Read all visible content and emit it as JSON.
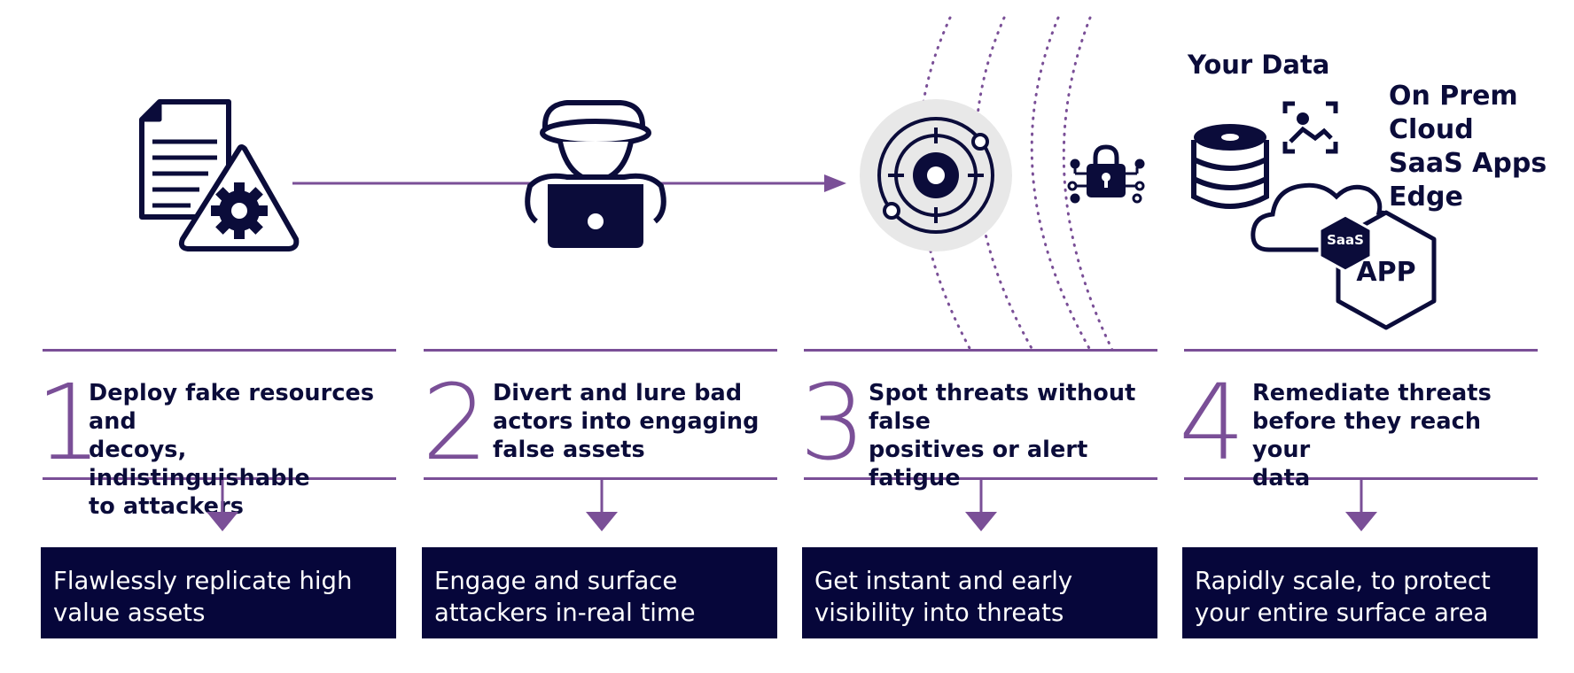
{
  "steps": [
    {
      "number": "1",
      "text_lines": [
        "Deploy fake resources and",
        "decoys, indistinguishable",
        "to attackers"
      ],
      "box_lines": [
        "Flawlessly replicate high",
        "value assets"
      ]
    },
    {
      "number": "2",
      "text_lines": [
        "Divert and lure bad",
        "actors into engaging",
        "false assets"
      ],
      "box_lines": [
        "Engage and surface",
        "attackers in-real time"
      ]
    },
    {
      "number": "3",
      "text_lines": [
        "Spot threats without false",
        "positives or alert fatigue"
      ],
      "box_lines": [
        "Get instant and early",
        "visibility into threats"
      ]
    },
    {
      "number": "4",
      "text_lines": [
        "Remediate threats",
        "before they reach your",
        "data"
      ],
      "box_lines": [
        "Rapidly scale, to protect",
        "your entire surface area"
      ]
    }
  ],
  "data_section": {
    "title": "Your Data",
    "environments": [
      "On Prem",
      "Cloud",
      "SaaS Apps",
      "Edge"
    ],
    "saas_badge": "SaaS",
    "app_badge": "APP"
  },
  "icons": [
    "document-gear-icon",
    "hacker-laptop-icon",
    "target-radar-icon",
    "lock-circuit-icon",
    "database-icon",
    "image-scan-icon",
    "cloud-icon",
    "saas-hexagon-icon",
    "app-hexagon-icon"
  ],
  "colors": {
    "accent": "#7a4f97",
    "navy": "#06063a",
    "circle_bg": "#e8e8e8"
  }
}
